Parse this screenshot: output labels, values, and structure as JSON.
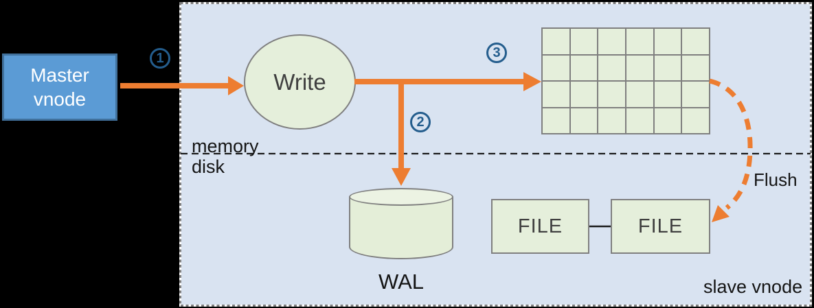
{
  "diagram": {
    "description": "vnode write flow",
    "master_vnode": {
      "line1": "Master",
      "line2": "vnode"
    },
    "write_circle": {
      "label": "Write"
    },
    "memtable": {
      "rows": 4,
      "cols": 6
    },
    "wal": {
      "label": "WAL"
    },
    "files": [
      {
        "label": "FILE"
      },
      {
        "label": "FILE"
      }
    ],
    "steps": {
      "s1": "1",
      "s2": "2",
      "s3": "3"
    },
    "labels": {
      "memory": "memory",
      "disk": "disk",
      "flush": "Flush",
      "slave_vnode": "slave vnode"
    },
    "colors": {
      "background": "#000000",
      "panel_bg": "#d9e3f1",
      "panel_border": "#7f7f7f",
      "shape_green": "#e5efdb",
      "shape_border": "#7f7f7f",
      "master_blue": "#5b9bd5",
      "master_border": "#41719c",
      "master_text": "#ffffff",
      "arrow_orange": "#ed7d31",
      "step_navy": "#245d8d",
      "divider_black": "#1a1a1a"
    }
  }
}
